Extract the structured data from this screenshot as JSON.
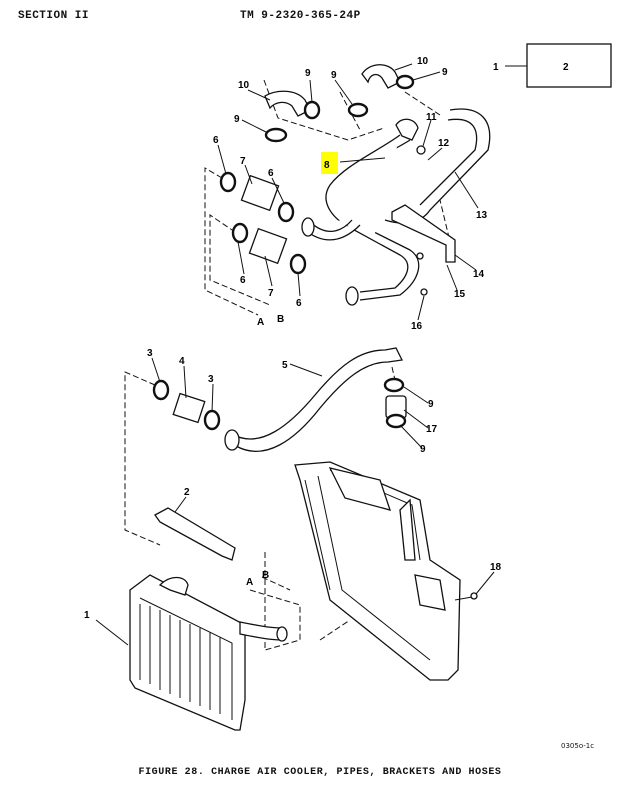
{
  "header": {
    "section": "SECTION II",
    "manual": "TM 9-2320-365-24P"
  },
  "figure_caption": "FIGURE 28.  CHARGE AIR COOLER, PIPES, BRACKETS AND HOSES",
  "drawing_id": "0305o-1c",
  "highlight_color": "#ffff00",
  "ref_box": {
    "left_label": "1",
    "box_label": "2"
  },
  "callouts": {
    "c10a": "10",
    "c9a": "9",
    "c9b": "9",
    "c10b": "10",
    "c9c": "9",
    "c9d": "9",
    "c6a": "6",
    "c7a": "7",
    "c6b": "6",
    "c8": "8",
    "c11": "11",
    "c12": "12",
    "c13": "13",
    "c14": "14",
    "c15": "15",
    "c16": "16",
    "c6c": "6",
    "c7b": "7",
    "c6d": "6",
    "cA1": "A",
    "cB1": "B",
    "c3a": "3",
    "c4": "4",
    "c3b": "3",
    "c5": "5",
    "c9e": "9",
    "c17": "17",
    "c9f": "9",
    "c2": "2",
    "c1": "1",
    "cA2": "A",
    "cB2": "B",
    "c18": "18"
  }
}
